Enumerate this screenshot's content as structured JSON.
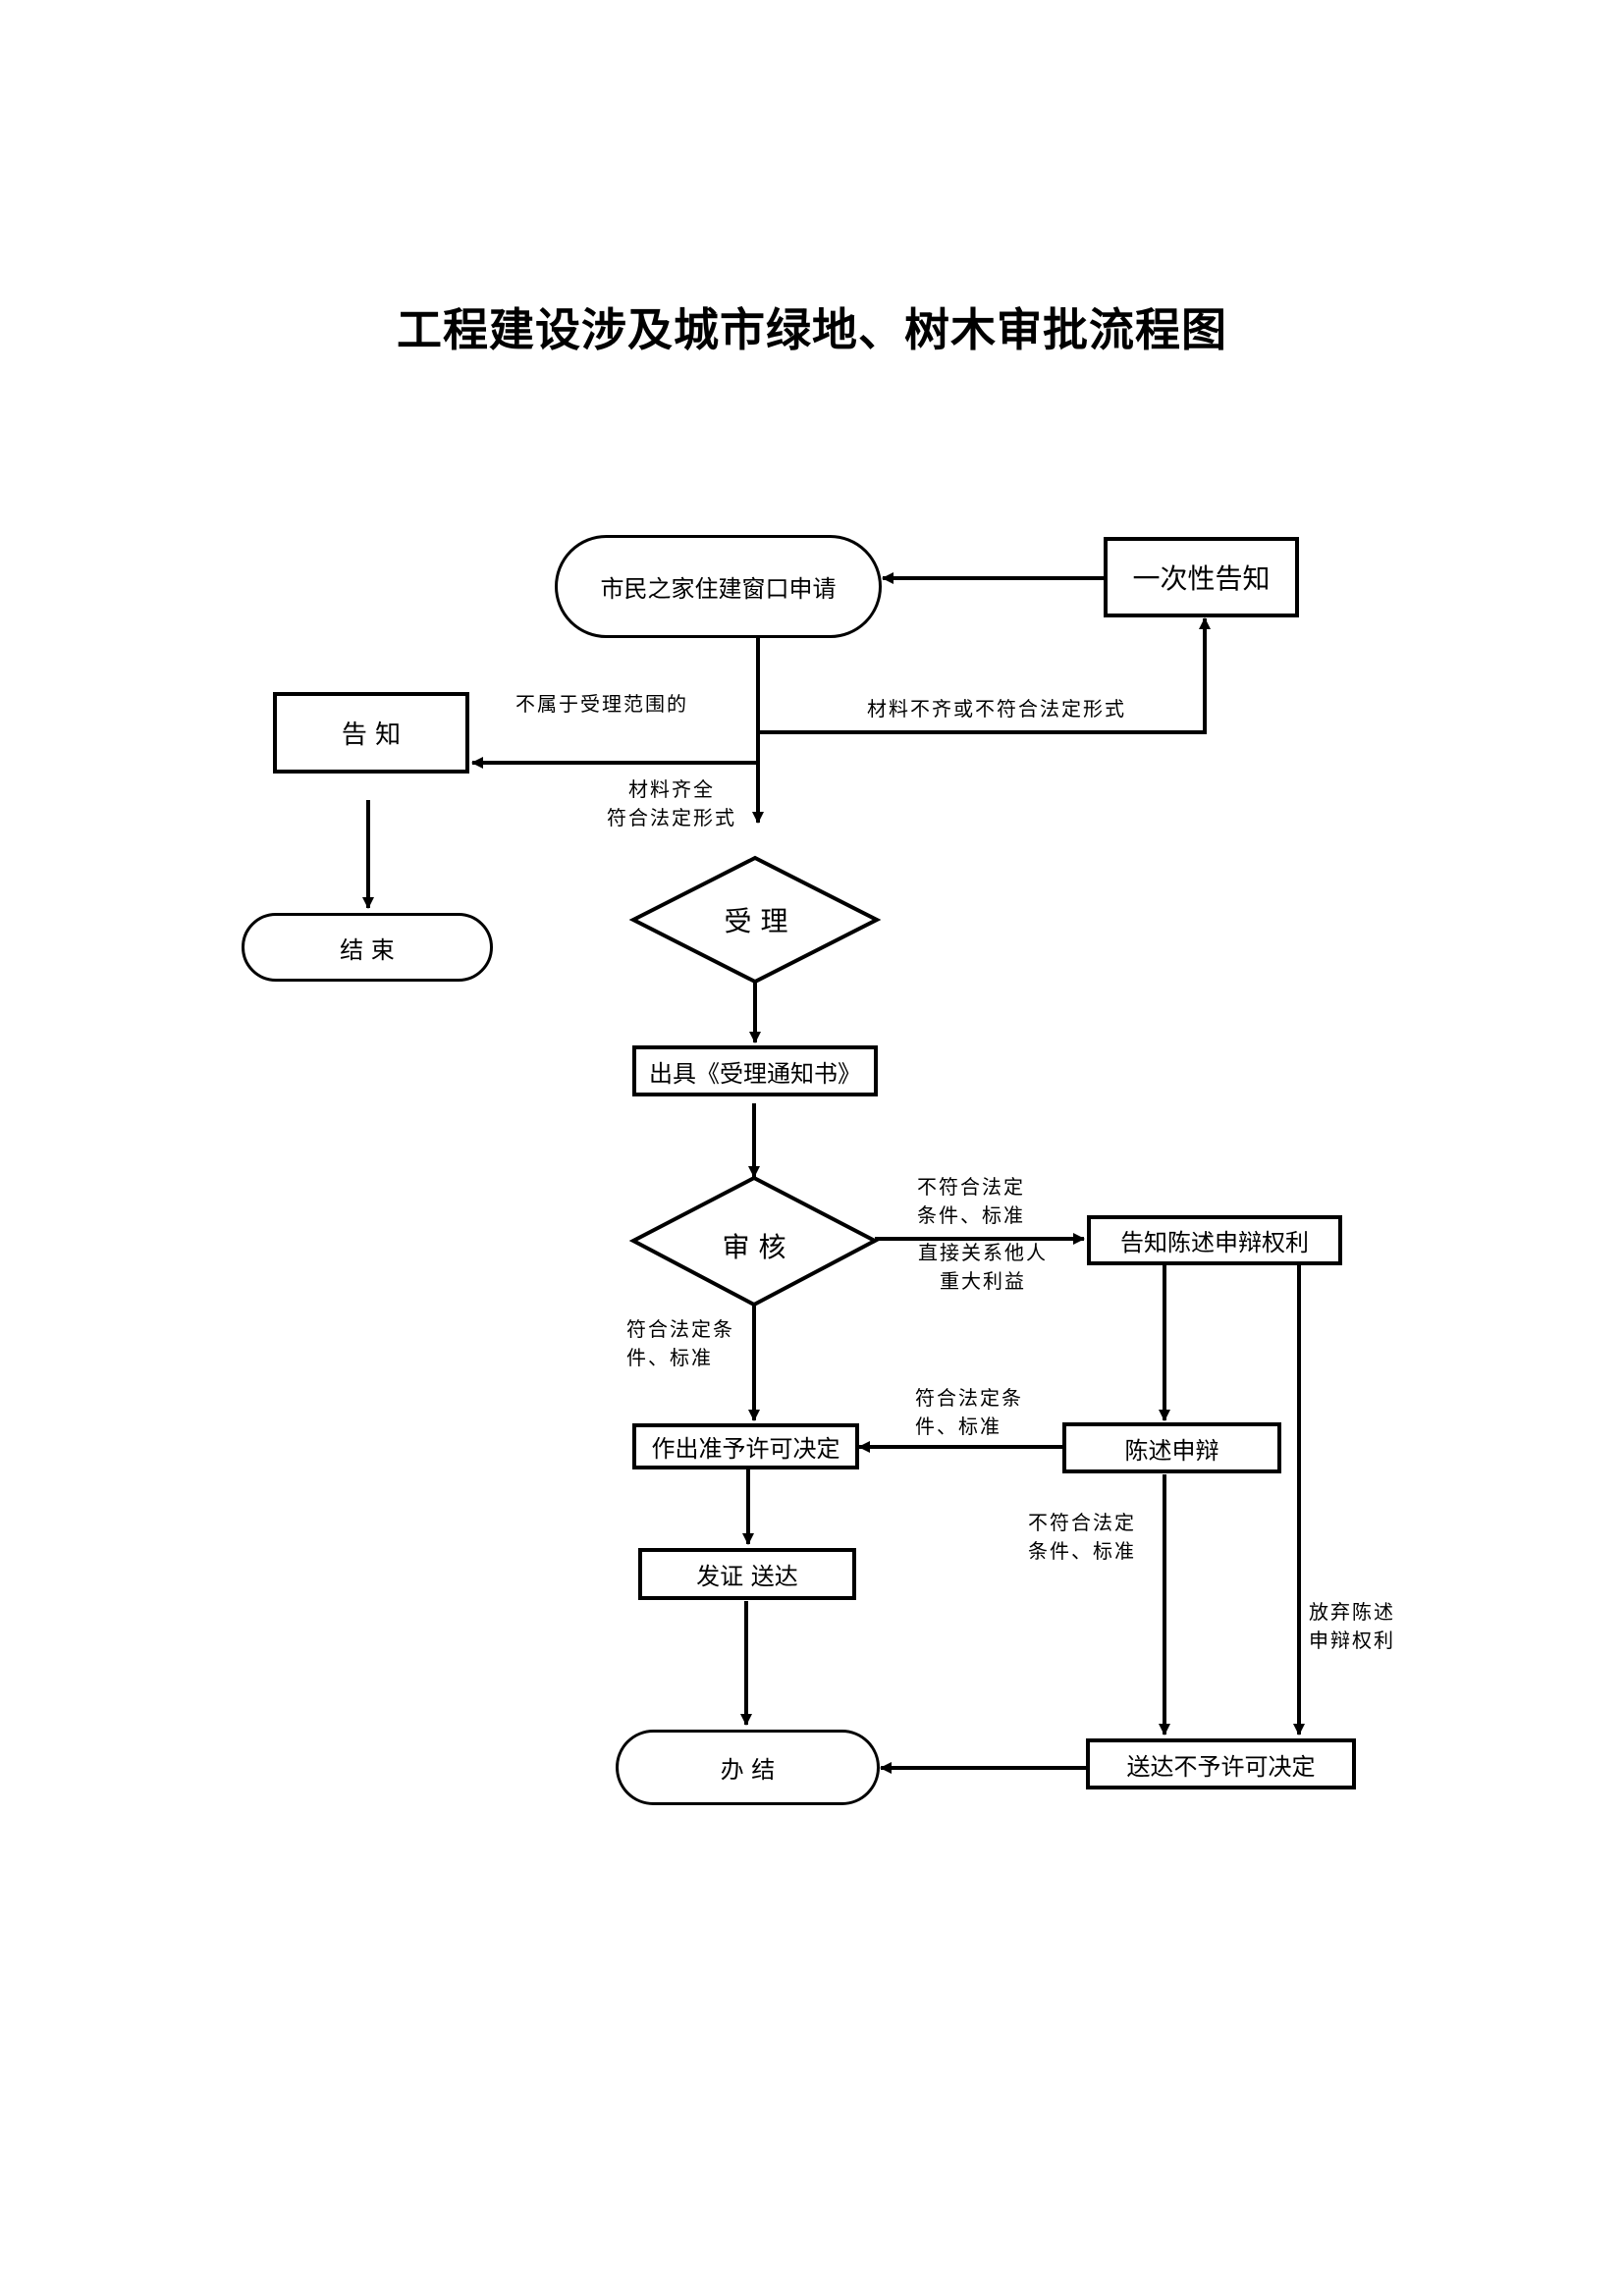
{
  "title": "工程建设涉及城市绿地、树木审批流程图",
  "nodes": {
    "apply": "市民之家住建窗口申请",
    "notify_once": "一次性告知",
    "inform": "告 知",
    "end": "结 束",
    "accept": "受 理",
    "issue_notice": "出具《受理通知书》",
    "review": "审 核",
    "inform_rights": "告知陈述申辩权利",
    "grant": "作出准予许可决定",
    "plead": "陈述申辩",
    "certificate": "发证 送达",
    "finish": "办 结",
    "deny": "送达不予许可决定"
  },
  "edge_labels": {
    "not_in_scope": "不属于受理范围的",
    "incomplete": "材料不齐或不符合法定形式",
    "complete_1": "材料齐全",
    "complete_2": "符合法定形式",
    "fail_1": "不符合法定",
    "fail_2": "条件、标准",
    "third_party_1": "直接关系他人",
    "third_party_2": "重大利益",
    "pass_1": "符合法定条",
    "pass_2": "件、标准",
    "plead_pass_1": "符合法定条",
    "plead_pass_2": "件、标准",
    "plead_fail_1": "不符合法定",
    "plead_fail_2": "条件、标准",
    "waive_1": "放弃陈述",
    "waive_2": "申辩权利"
  }
}
